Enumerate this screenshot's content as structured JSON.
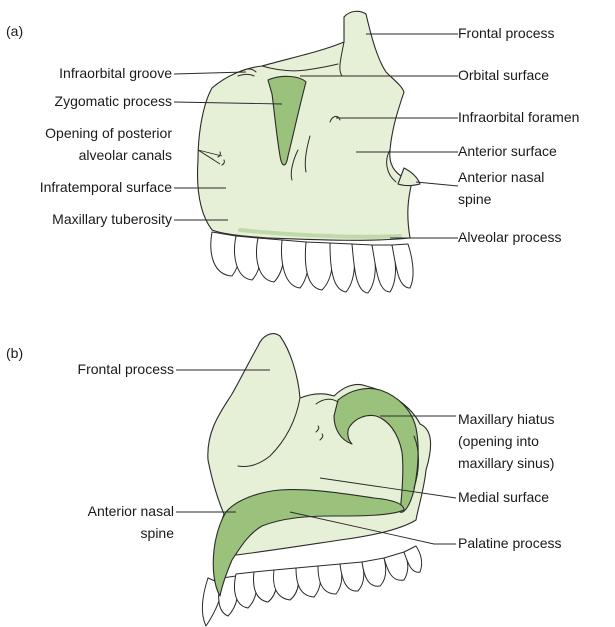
{
  "figure_a": {
    "panel_label": "(a)",
    "labels": {
      "frontal_process": "Frontal process",
      "orbital_surface": "Orbital surface",
      "infraorbital_foramen": "Infraorbital foramen",
      "anterior_surface": "Anterior surface",
      "anterior_nasal_spine_line1": "Anterior nasal",
      "anterior_nasal_spine_line2": "spine",
      "alveolar_process": "Alveolar process",
      "infraorbital_groove": "Infraorbital groove",
      "zygomatic_process": "Zygomatic process",
      "posterior_canals_line1": "Opening of posterior",
      "posterior_canals_line2": "alveolar canals",
      "infratemporal_surface": "Infratemporal surface",
      "maxillary_tuberosity": "Maxillary tuberosity"
    }
  },
  "figure_b": {
    "panel_label": "(b)",
    "labels": {
      "frontal_process": "Frontal process",
      "maxillary_hiatus_line1": "Maxillary hiatus",
      "maxillary_hiatus_line2": "(opening into",
      "maxillary_hiatus_line3": "maxillary sinus)",
      "medial_surface": "Medial surface",
      "palatine_process": "Palatine process",
      "anterior_nasal_spine_line1": "Anterior nasal",
      "anterior_nasal_spine_line2": "spine"
    }
  },
  "colors": {
    "bone_light": "#e6f0d6",
    "bone_highlight": "#9ac27d",
    "outline": "#2a2a2a",
    "teeth": "#ffffff"
  }
}
